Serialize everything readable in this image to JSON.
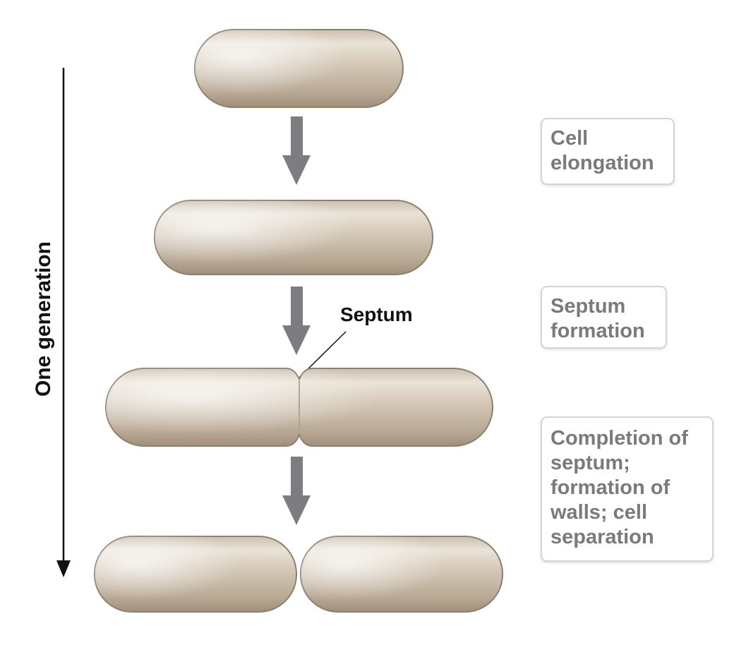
{
  "timeline": {
    "label": "One generation"
  },
  "callout": {
    "septum": "Septum"
  },
  "steps": [
    {
      "lines": [
        "Cell",
        "elongation"
      ]
    },
    {
      "lines": [
        "Septum",
        "formation"
      ]
    },
    {
      "lines": [
        "Completion of",
        "septum;",
        "formation of",
        "walls; cell",
        "separation"
      ]
    }
  ],
  "colors": {
    "cell_body": "#cdbfae",
    "cell_outline": "#8f7f6d",
    "arrow": "#7c7d80",
    "label_text": "#7a7a7a",
    "label_border": "#d4d4d4",
    "timeline": "#111111"
  }
}
